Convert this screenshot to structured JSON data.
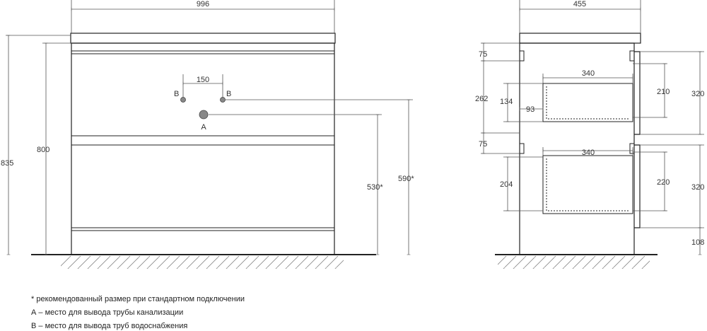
{
  "front_view": {
    "width_label": "996",
    "height_total_label": "835",
    "height_body_label": "800",
    "pipe_spacing_label": "150",
    "water_left_label": "B",
    "water_right_label": "B",
    "sewer_label": "A",
    "sewer_height_label": "530*",
    "water_height_label": "590*"
  },
  "side_view": {
    "depth_label": "455",
    "top_gap_label": "75",
    "upper_drawer_front_label": "262",
    "upper_inner_depth_label": "134",
    "upper_inner_offset_label": "93",
    "upper_box_width_label": "340",
    "upper_box_height_label": "210",
    "upper_front_label": "320",
    "mid_gap_label": "75",
    "lower_box_width_label": "340",
    "lower_inner_depth_label": "204",
    "lower_box_height_label": "220",
    "lower_front_label": "320",
    "leg_height_label": "108"
  },
  "notes": [
    "* рекомендованный размер при стандартном подключении",
    "А – место для вывода трубы канализации",
    "В – место для вывода труб водоснабжения"
  ],
  "colors": {
    "line": "#222222",
    "dim_line": "#555555",
    "sewer_fill": "#888888"
  }
}
